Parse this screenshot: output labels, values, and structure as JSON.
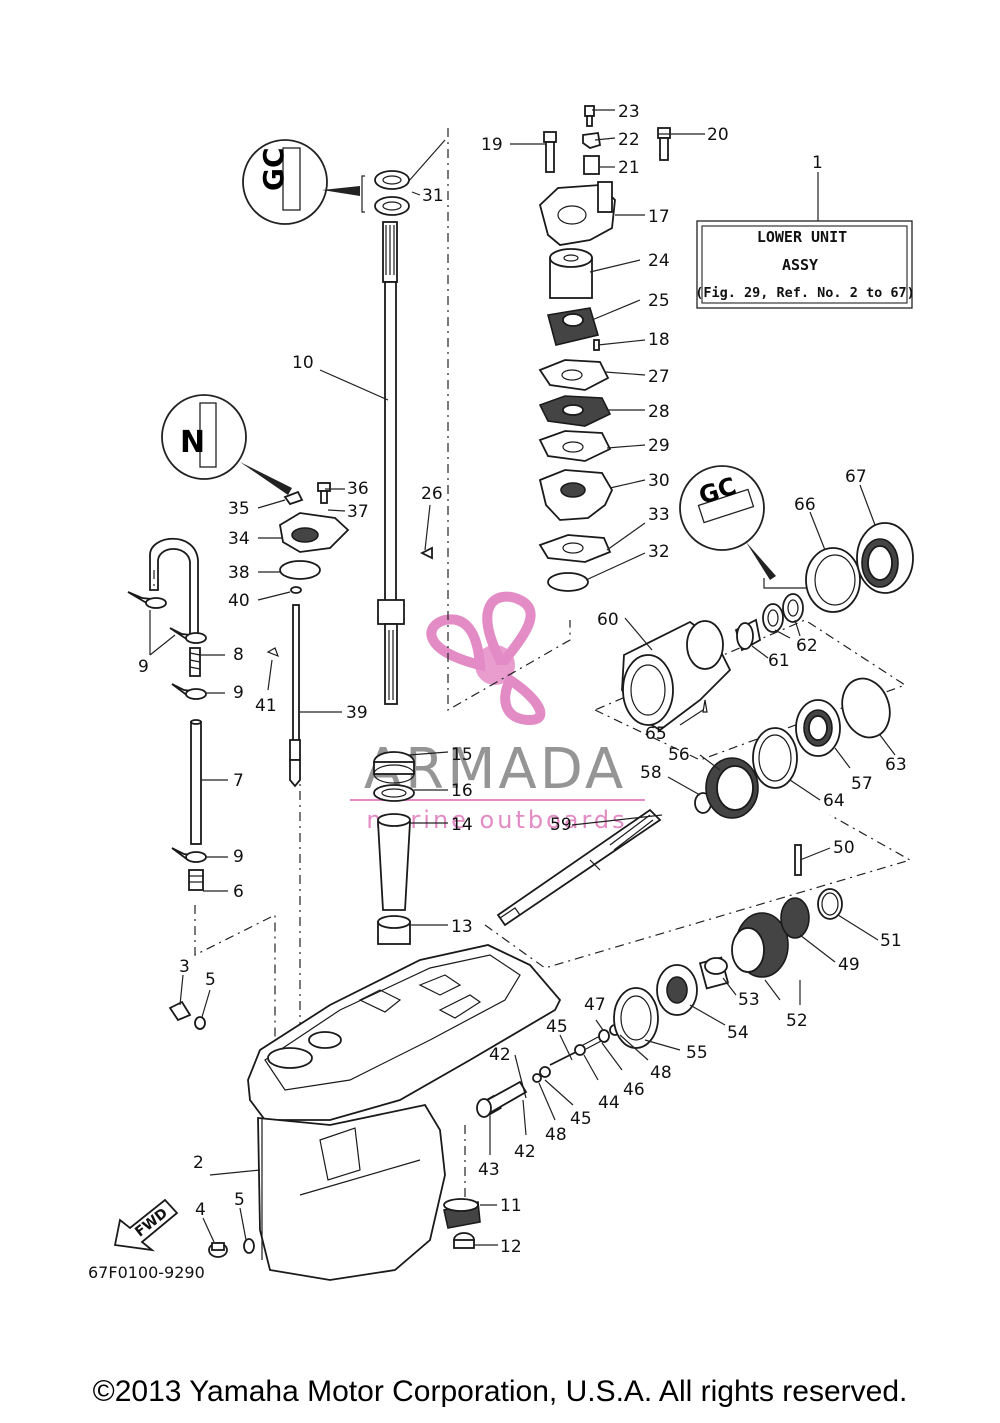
{
  "diagram": {
    "figure_code": "67F0100-9290",
    "fwd_label": "FWD",
    "copyright": "©2013 Yamaha Motor Corporation, U.S.A. All rights reserved.",
    "assy_box": {
      "line1": "LOWER UNIT",
      "line2": "ASSY",
      "line3": "(Fig. 29, Ref. No. 2 to 67)"
    },
    "watermark": {
      "brand": "ARMADA",
      "tagline": "marine outboards",
      "color": "#e07fbf"
    },
    "callouts": [
      {
        "id": "c1",
        "label": "1"
      },
      {
        "id": "c2",
        "label": "2"
      },
      {
        "id": "c3",
        "label": "3"
      },
      {
        "id": "c4",
        "label": "4"
      },
      {
        "id": "c5a",
        "label": "5"
      },
      {
        "id": "c5b",
        "label": "5"
      },
      {
        "id": "c6",
        "label": "6"
      },
      {
        "id": "c7",
        "label": "7"
      },
      {
        "id": "c8",
        "label": "8"
      },
      {
        "id": "c9a",
        "label": "9"
      },
      {
        "id": "c9b",
        "label": "9"
      },
      {
        "id": "c9c",
        "label": "9"
      },
      {
        "id": "c10",
        "label": "10"
      },
      {
        "id": "c11",
        "label": "11"
      },
      {
        "id": "c12",
        "label": "12"
      },
      {
        "id": "c13",
        "label": "13"
      },
      {
        "id": "c14",
        "label": "14"
      },
      {
        "id": "c15",
        "label": "15"
      },
      {
        "id": "c16",
        "label": "16"
      },
      {
        "id": "c17",
        "label": "17"
      },
      {
        "id": "c18",
        "label": "18"
      },
      {
        "id": "c19",
        "label": "19"
      },
      {
        "id": "c20",
        "label": "20"
      },
      {
        "id": "c21",
        "label": "21"
      },
      {
        "id": "c22",
        "label": "22"
      },
      {
        "id": "c23",
        "label": "23"
      },
      {
        "id": "c24",
        "label": "24"
      },
      {
        "id": "c25",
        "label": "25"
      },
      {
        "id": "c26",
        "label": "26"
      },
      {
        "id": "c27",
        "label": "27"
      },
      {
        "id": "c28",
        "label": "28"
      },
      {
        "id": "c29",
        "label": "29"
      },
      {
        "id": "c30",
        "label": "30"
      },
      {
        "id": "c31",
        "label": "31"
      },
      {
        "id": "c32",
        "label": "32"
      },
      {
        "id": "c33",
        "label": "33"
      },
      {
        "id": "c34",
        "label": "34"
      },
      {
        "id": "c35",
        "label": "35"
      },
      {
        "id": "c36",
        "label": "36"
      },
      {
        "id": "c37",
        "label": "37"
      },
      {
        "id": "c38",
        "label": "38"
      },
      {
        "id": "c39",
        "label": "39"
      },
      {
        "id": "c40",
        "label": "40"
      },
      {
        "id": "c41",
        "label": "41"
      },
      {
        "id": "c42a",
        "label": "42"
      },
      {
        "id": "c42b",
        "label": "42"
      },
      {
        "id": "c43",
        "label": "43"
      },
      {
        "id": "c44",
        "label": "44"
      },
      {
        "id": "c45a",
        "label": "45"
      },
      {
        "id": "c45b",
        "label": "45"
      },
      {
        "id": "c46",
        "label": "46"
      },
      {
        "id": "c47",
        "label": "47"
      },
      {
        "id": "c48a",
        "label": "48"
      },
      {
        "id": "c48b",
        "label": "48"
      },
      {
        "id": "c49",
        "label": "49"
      },
      {
        "id": "c50",
        "label": "50"
      },
      {
        "id": "c51",
        "label": "51"
      },
      {
        "id": "c52",
        "label": "52"
      },
      {
        "id": "c53",
        "label": "53"
      },
      {
        "id": "c54",
        "label": "54"
      },
      {
        "id": "c55",
        "label": "55"
      },
      {
        "id": "c56",
        "label": "56"
      },
      {
        "id": "c57",
        "label": "57"
      },
      {
        "id": "c58",
        "label": "58"
      },
      {
        "id": "c59",
        "label": "59"
      },
      {
        "id": "c60",
        "label": "60"
      },
      {
        "id": "c61",
        "label": "61"
      },
      {
        "id": "c62",
        "label": "62"
      },
      {
        "id": "c63",
        "label": "63"
      },
      {
        "id": "c64",
        "label": "64"
      },
      {
        "id": "c65",
        "label": "65"
      },
      {
        "id": "c66",
        "label": "66"
      },
      {
        "id": "c67",
        "label": "67"
      }
    ]
  }
}
